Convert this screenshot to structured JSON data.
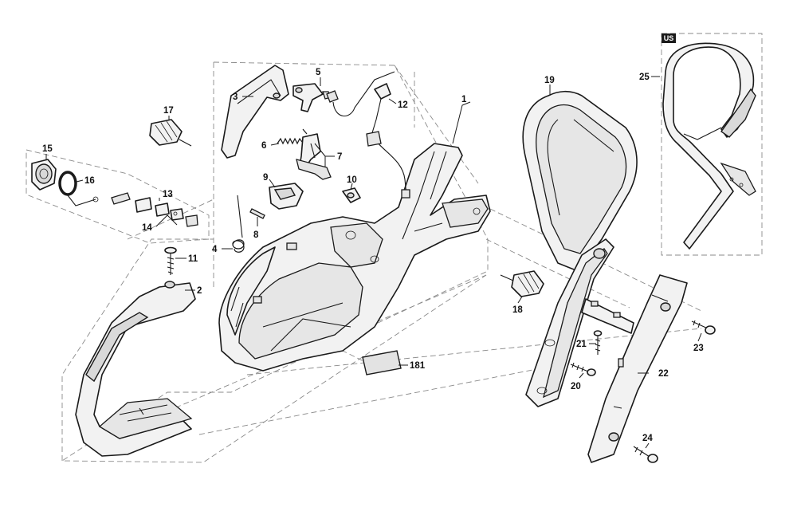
{
  "badge": "US",
  "callouts": [
    "1",
    "2",
    "3",
    "4",
    "5",
    "6",
    "7",
    "8",
    "9",
    "10",
    "11",
    "12",
    "13",
    "14",
    "15",
    "16",
    "17",
    "18",
    "19",
    "20",
    "21",
    "22",
    "23",
    "24",
    "25",
    "181"
  ]
}
